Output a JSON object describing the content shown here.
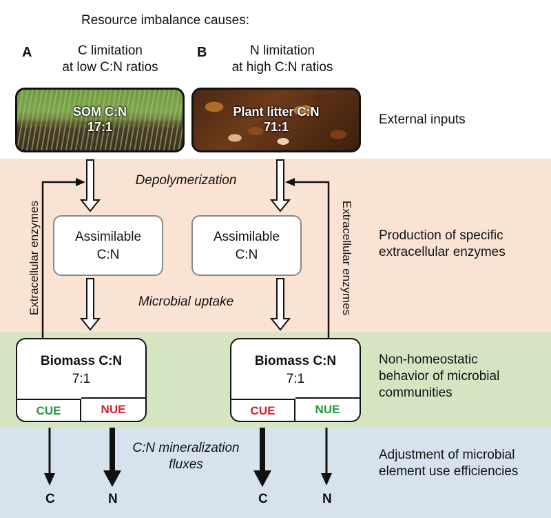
{
  "header": "Resource imbalance causes:",
  "panel_a": {
    "letter": "A",
    "line1": "C limitation",
    "line2": "at low C:N ratios"
  },
  "panel_b": {
    "letter": "B",
    "line1": "N limitation",
    "line2": "at high C:N ratios"
  },
  "inputs": {
    "soil": {
      "line1": "SOM C:N",
      "line2": "17:1"
    },
    "litter": {
      "line1": "Plant litter C:N",
      "line2": "71:1"
    }
  },
  "processes": {
    "depolymerization": "Depolymerization",
    "uptake": "Microbial uptake",
    "mineralization_line1": "C:N mineralization",
    "mineralization_line2": "fluxes"
  },
  "enzymes_label": "Extracellular enzymes",
  "assimilable": {
    "line1": "Assimilable",
    "line2": "C:N"
  },
  "biomass": {
    "title": "Biomass C:N",
    "ratio": "7:1"
  },
  "efficiencies": {
    "cue": "CUE",
    "nue": "NUE"
  },
  "outputs": {
    "c": "C",
    "n": "N"
  },
  "right_labels": {
    "external": "External inputs",
    "production_1": "Production of specific",
    "production_2": "extracellular enzymes",
    "nonhomeo_1": "Non-homeostatic",
    "nonhomeo_2": "behavior of microbial",
    "nonhomeo_3": "communities",
    "adjust_1": "Adjustment of microbial",
    "adjust_2": "element use efficiencies"
  },
  "colors": {
    "band_orange": "#fbe3d3",
    "band_green": "#d5e5c2",
    "band_blue": "#d7e2ef",
    "limiting_red": "#d0202a",
    "efficient_green": "#1f9a3a"
  }
}
